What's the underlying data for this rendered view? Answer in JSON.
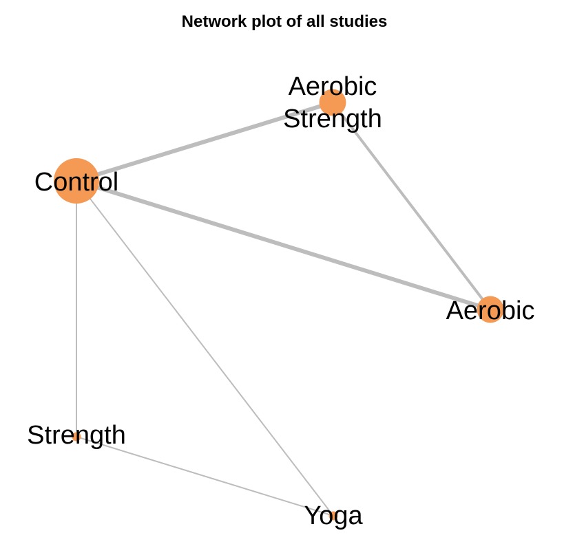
{
  "title": "Network plot of all studies",
  "colors": {
    "node": "#f59a55",
    "edge": "#bdbdbd",
    "text": "#000000"
  },
  "nodes": [
    {
      "id": "control",
      "label_lines": [
        "Control"
      ],
      "size": 5
    },
    {
      "id": "aerobic_strength",
      "label_lines": [
        "Aerobic",
        "Strength"
      ],
      "size": 3
    },
    {
      "id": "aerobic",
      "label_lines": [
        "Aerobic"
      ],
      "size": 3
    },
    {
      "id": "strength",
      "label_lines": [
        "Strength"
      ],
      "size": 1
    },
    {
      "id": "yoga",
      "label_lines": [
        "Yoga"
      ],
      "size": 1
    }
  ],
  "edges": [
    {
      "from": "control",
      "to": "aerobic_strength",
      "weight": 3
    },
    {
      "from": "control",
      "to": "aerobic",
      "weight": 3
    },
    {
      "from": "aerobic_strength",
      "to": "aerobic",
      "weight": 2
    },
    {
      "from": "control",
      "to": "strength",
      "weight": 1
    },
    {
      "from": "control",
      "to": "yoga",
      "weight": 1
    },
    {
      "from": "strength",
      "to": "yoga",
      "weight": 1
    }
  ]
}
